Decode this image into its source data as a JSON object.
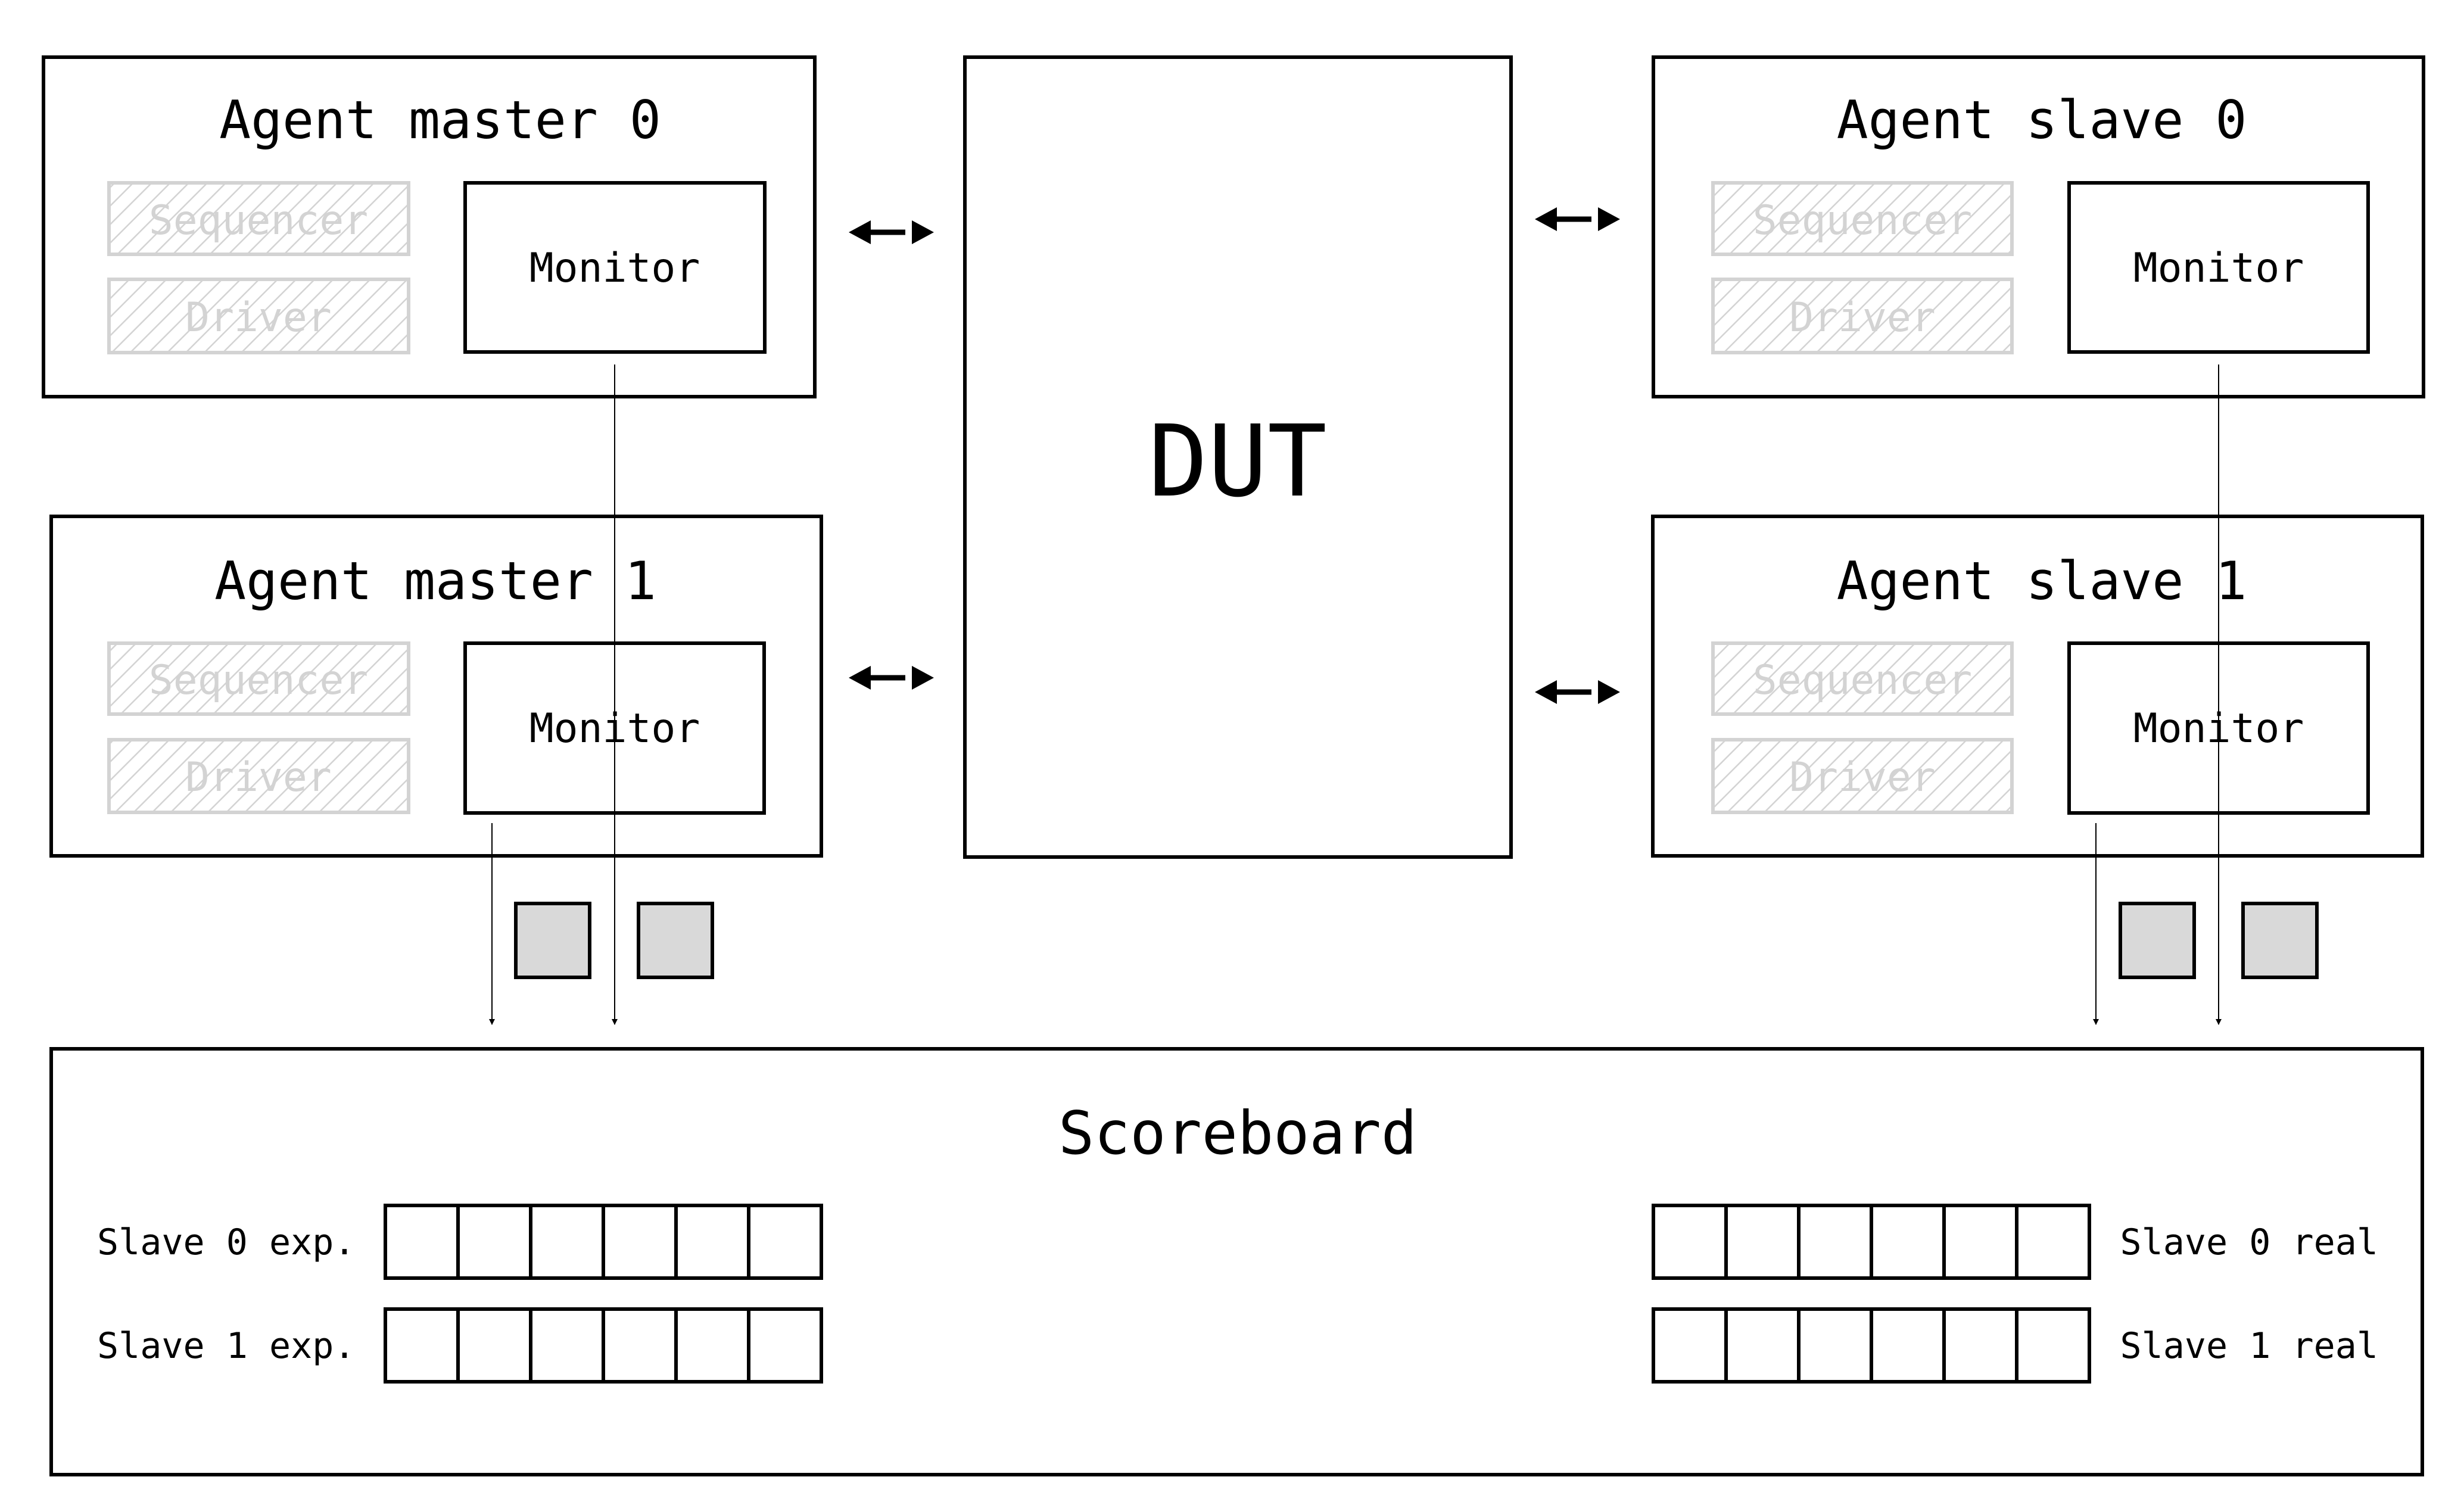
{
  "agents": {
    "master0": {
      "title": "Agent master 0",
      "sequencer": "Sequencer",
      "driver": "Driver",
      "monitor": "Monitor"
    },
    "master1": {
      "title": "Agent master 1",
      "sequencer": "Sequencer",
      "driver": "Driver",
      "monitor": "Monitor"
    },
    "slave0": {
      "title": "Agent slave 0",
      "sequencer": "Sequencer",
      "driver": "Driver",
      "monitor": "Monitor"
    },
    "slave1": {
      "title": "Agent slave 1",
      "sequencer": "Sequencer",
      "driver": "Driver",
      "monitor": "Monitor"
    }
  },
  "dut": {
    "label": "DUT"
  },
  "scoreboard": {
    "title": "Scoreboard",
    "queues": {
      "slave0_exp": {
        "label": "Slave 0 exp.",
        "slots": 6
      },
      "slave1_exp": {
        "label": "Slave 1 exp.",
        "slots": 6
      },
      "slave0_real": {
        "label": "Slave 0 real",
        "slots": 6
      },
      "slave1_real": {
        "label": "Slave 1 real",
        "slots": 6
      }
    }
  },
  "colors": {
    "stroke": "#000000",
    "disabled": "#d3d3d3",
    "transaction_fill": "#d9d9d9",
    "background": "#ffffff"
  }
}
